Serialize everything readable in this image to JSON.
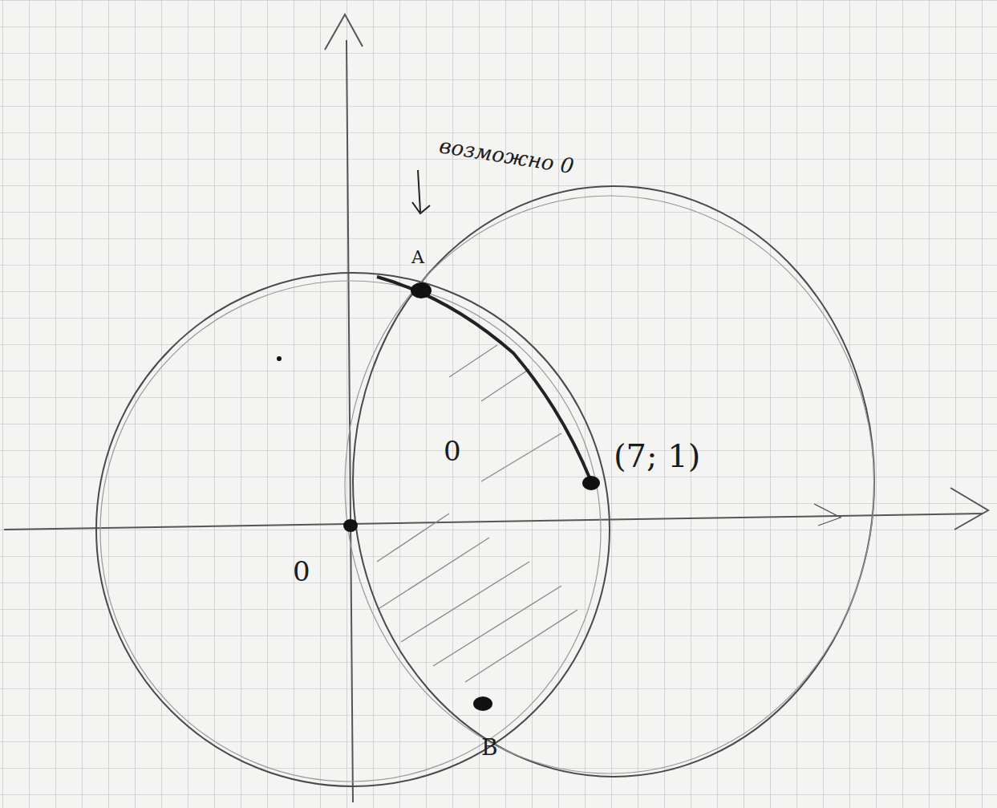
{
  "diagram": {
    "labels": [
      "возможно 0",
      "A",
      "0",
      "(7; 1)",
      "0",
      "B"
    ]
  }
}
